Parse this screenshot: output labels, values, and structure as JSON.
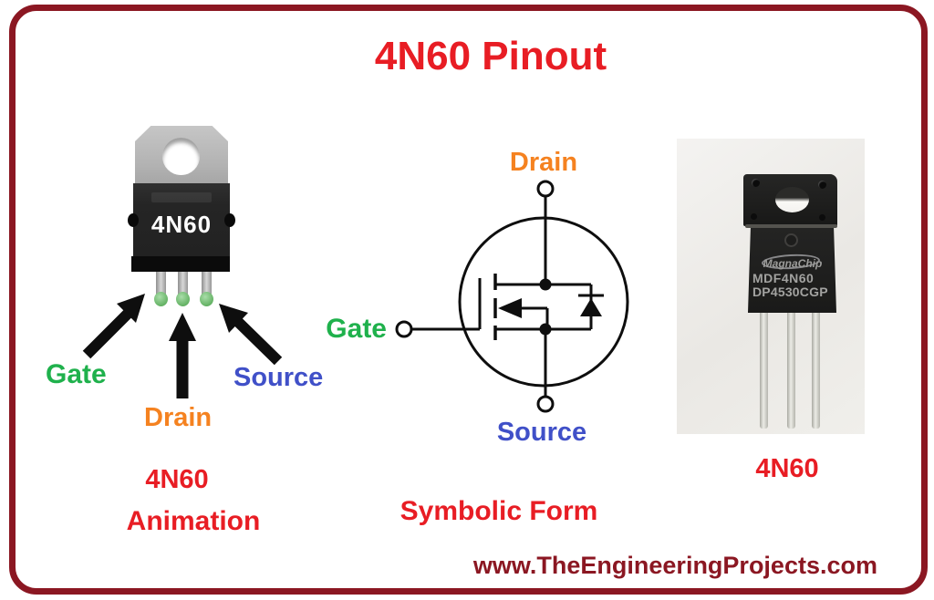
{
  "header": {
    "title": "4N60 Pinout"
  },
  "animation_panel": {
    "chip_label": "4N60",
    "gate_label": "Gate",
    "drain_label": "Drain",
    "source_label": "Source",
    "caption_line1": "4N60",
    "caption_line2": "Animation"
  },
  "symbolic_panel": {
    "drain_label": "Drain",
    "gate_label": "Gate",
    "source_label": "Source",
    "caption": "Symbolic Form"
  },
  "photo_panel": {
    "brand": "MagnaChip",
    "marking_line1": "MDF4N60",
    "marking_line2": "DP4530CGP",
    "caption": "4N60"
  },
  "footer": {
    "watermark": "www.TheEngineeringProjects.com"
  },
  "colors": {
    "border_maroon": "#8b1722",
    "title_red": "#e81d24",
    "gate_green": "#1fb14c",
    "drain_orange": "#f58220",
    "source_blue": "#4050c8",
    "watermark_maroon": "#8b1722",
    "pin_tip_green": "#67b467"
  }
}
